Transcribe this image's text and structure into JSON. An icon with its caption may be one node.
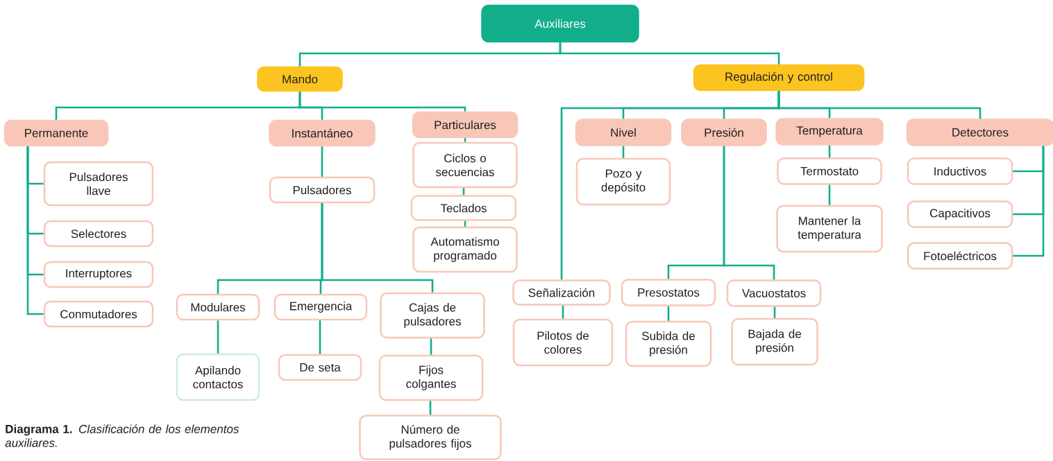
{
  "diagram": {
    "caption": "**Diagrama 1.** *Clasificación de los elementos auxiliares.*",
    "nodes": [
      {
        "text": [
          "Auxiliares"
        ]
      },
      {
        "text": [
          "Mando"
        ]
      },
      {
        "text": [
          "Regulación y control"
        ]
      },
      {
        "text": [
          "Permanente"
        ]
      },
      {
        "text": [
          "Pulsadores llave"
        ]
      },
      {
        "text": [
          "Selectores"
        ]
      },
      {
        "text": [
          "Interruptores"
        ]
      },
      {
        "text": [
          "Conmutadores"
        ]
      },
      {
        "text": [
          "Instantáneo"
        ]
      },
      {
        "text": [
          "Pulsadores"
        ]
      },
      {
        "text": [
          "Particulares"
        ]
      },
      {
        "text": [
          "Ciclos o secuencias"
        ]
      },
      {
        "text": [
          "Teclados"
        ]
      },
      {
        "text": [
          "Automatismo programado"
        ]
      },
      {
        "text": [
          "Modulares"
        ]
      },
      {
        "text": [
          "Emergencia"
        ]
      },
      {
        "text": [
          "Cajas de pulsadores"
        ]
      },
      {
        "text": [
          "Apilando contactos"
        ]
      },
      {
        "text": [
          "De seta"
        ]
      },
      {
        "text": [
          "Fijos colgantes"
        ]
      },
      {
        "text": [
          "Número de pulsadores fijos"
        ]
      },
      {
        "text": [
          "Nivel"
        ]
      },
      {
        "text": [
          "Pozo y depósito"
        ]
      },
      {
        "text": [
          "Presión"
        ]
      },
      {
        "text": [
          "Temperatura"
        ]
      },
      {
        "text": [
          "Termostato"
        ]
      },
      {
        "text": [
          "Mantener la temperatura"
        ]
      },
      {
        "text": [
          "Detectores"
        ]
      },
      {
        "text": [
          "Inductivos"
        ]
      },
      {
        "text": [
          "Capacitivos"
        ]
      },
      {
        "text": [
          "Fotoeléctricos"
        ]
      },
      {
        "text": [
          "Señalización"
        ]
      },
      {
        "text": [
          "Pilotos de colores"
        ]
      },
      {
        "text": [
          "Presostatos"
        ]
      },
      {
        "text": [
          "Subida de presión"
        ]
      },
      {
        "text": [
          "Vacuostatos"
        ]
      },
      {
        "text": [
          "Bajada de presión"
        ]
      }
    ],
    "edges": [
      {
        "from": 0,
        "to": 1,
        "arrow": "none"
      },
      {
        "from": 0,
        "to": 2,
        "arrow": "none"
      },
      {
        "from": 1,
        "to": 3,
        "arrow": "none"
      },
      {
        "from": 1,
        "to": 8,
        "arrow": "none"
      },
      {
        "from": 1,
        "to": 10,
        "arrow": "none"
      },
      {
        "from": 3,
        "to": 4,
        "arrow": "none"
      },
      {
        "from": 3,
        "to": 5,
        "arrow": "none"
      },
      {
        "from": 3,
        "to": 6,
        "arrow": "none"
      },
      {
        "from": 3,
        "to": 7,
        "arrow": "none"
      },
      {
        "from": 8,
        "to": 9,
        "arrow": "none"
      },
      {
        "from": 9,
        "to": 14,
        "arrow": "none"
      },
      {
        "from": 9,
        "to": 15,
        "arrow": "none"
      },
      {
        "from": 9,
        "to": 16,
        "arrow": "none"
      },
      {
        "from": 10,
        "to": 11,
        "arrow": "none"
      },
      {
        "from": 11,
        "to": 12,
        "arrow": "none"
      },
      {
        "from": 12,
        "to": 13,
        "arrow": "none"
      },
      {
        "from": 14,
        "to": 17,
        "arrow": "none"
      },
      {
        "from": 15,
        "to": 18,
        "arrow": "none"
      },
      {
        "from": 16,
        "to": 19,
        "arrow": "none"
      },
      {
        "from": 19,
        "to": 20,
        "arrow": "none"
      },
      {
        "from": 2,
        "to": 31,
        "arrow": "none"
      },
      {
        "from": 2,
        "to": 21,
        "arrow": "none"
      },
      {
        "from": 2,
        "to": 23,
        "arrow": "none"
      },
      {
        "from": 2,
        "to": 24,
        "arrow": "none"
      },
      {
        "from": 2,
        "to": 27,
        "arrow": "none"
      },
      {
        "from": 21,
        "to": 22,
        "arrow": "none"
      },
      {
        "from": 23,
        "to": 33,
        "arrow": "none"
      },
      {
        "from": 23,
        "to": 35,
        "arrow": "none"
      },
      {
        "from": 24,
        "to": 25,
        "arrow": "none"
      },
      {
        "from": 25,
        "to": 26,
        "arrow": "none"
      },
      {
        "from": 27,
        "to": 28,
        "arrow": "none"
      },
      {
        "from": 27,
        "to": 29,
        "arrow": "none"
      },
      {
        "from": 27,
        "to": 30,
        "arrow": "none"
      },
      {
        "from": 31,
        "to": 32,
        "arrow": "none"
      },
      {
        "from": 33,
        "to": 34,
        "arrow": "none"
      },
      {
        "from": 35,
        "to": 36,
        "arrow": "none"
      }
    ]
  }
}
